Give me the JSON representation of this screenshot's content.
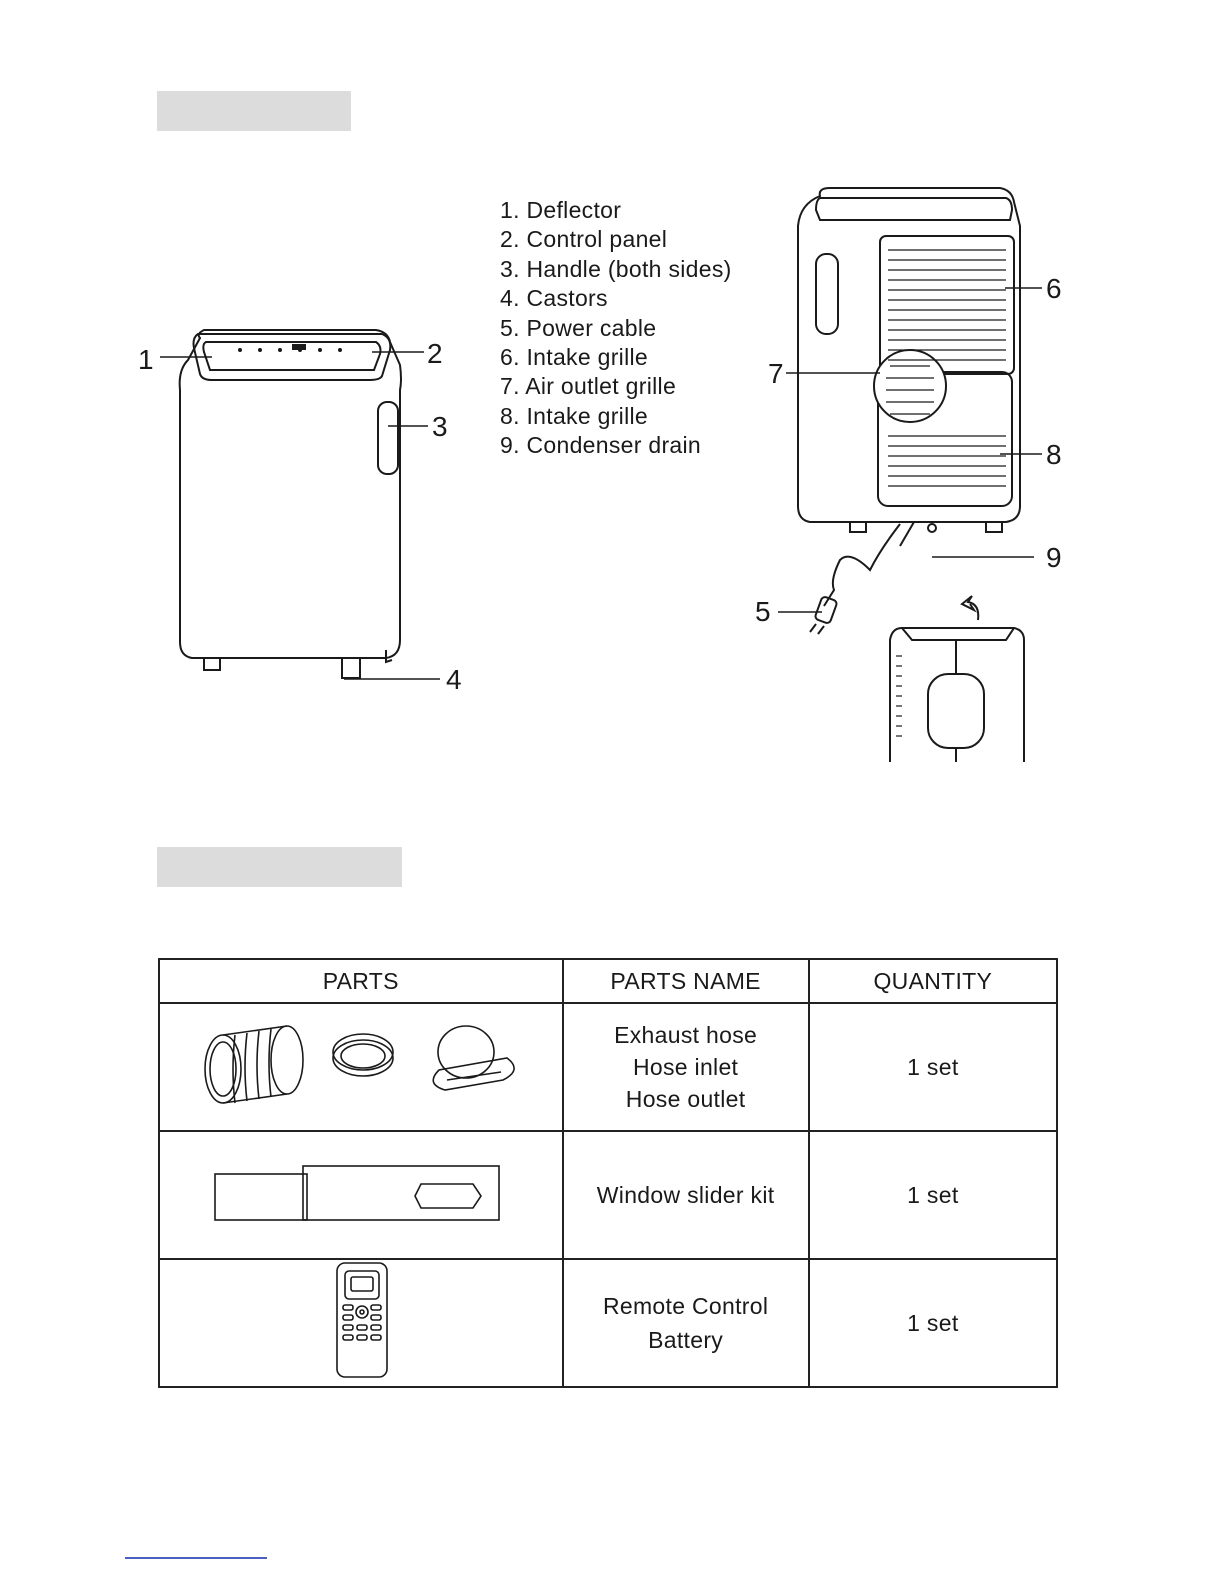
{
  "sections": {
    "section1_heading": "",
    "section2_heading": ""
  },
  "parts_legend": [
    "1. Deflector",
    "2. Control panel",
    "3. Handle (both sides)",
    "4. Castors",
    "5. Power cable",
    "6. Intake grille",
    "7. Air outlet grille",
    "8. Intake grille",
    "9. Condenser drain"
  ],
  "callouts": [
    "1",
    "2",
    "3",
    "4",
    "5",
    "6",
    "7",
    "8",
    "9"
  ],
  "accessories_table": {
    "headers": [
      "PARTS",
      "PARTS NAME",
      "QUANTITY"
    ],
    "rows": [
      {
        "parts_icons": [
          "exhaust-hose",
          "hose-inlet",
          "hose-outlet"
        ],
        "names": [
          "Exhaust hose",
          "Hose inlet",
          "Hose outlet"
        ],
        "quantity": "1 set"
      },
      {
        "parts_icons": [
          "window-slider-kit"
        ],
        "names": [
          "Window slider kit"
        ],
        "quantity": "1 set"
      },
      {
        "parts_icons": [
          "remote-control"
        ],
        "names": [
          "Remote Control",
          "Battery"
        ],
        "quantity": "1 set"
      }
    ]
  }
}
